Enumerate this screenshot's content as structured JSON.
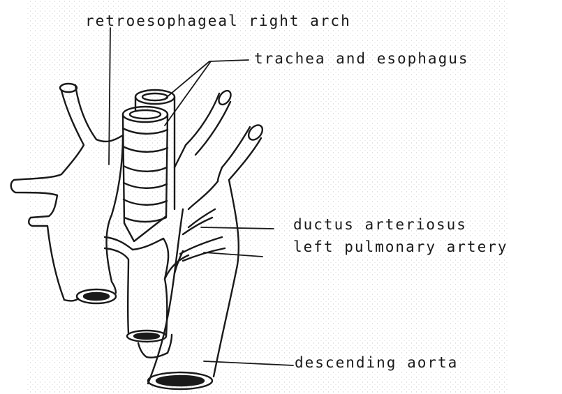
{
  "labels": {
    "retroesophageal_arch": "retroesophageal right arch",
    "trachea_esophagus": "trachea and esophagus",
    "ductus_arteriosus": "ductus arteriosus",
    "left_pulmonary_artery": "left pulmonary artery",
    "descending_aorta": "descending aorta"
  },
  "colors": {
    "ink": "#1a1a1a",
    "paper_speckle": "#e4e4e4"
  }
}
